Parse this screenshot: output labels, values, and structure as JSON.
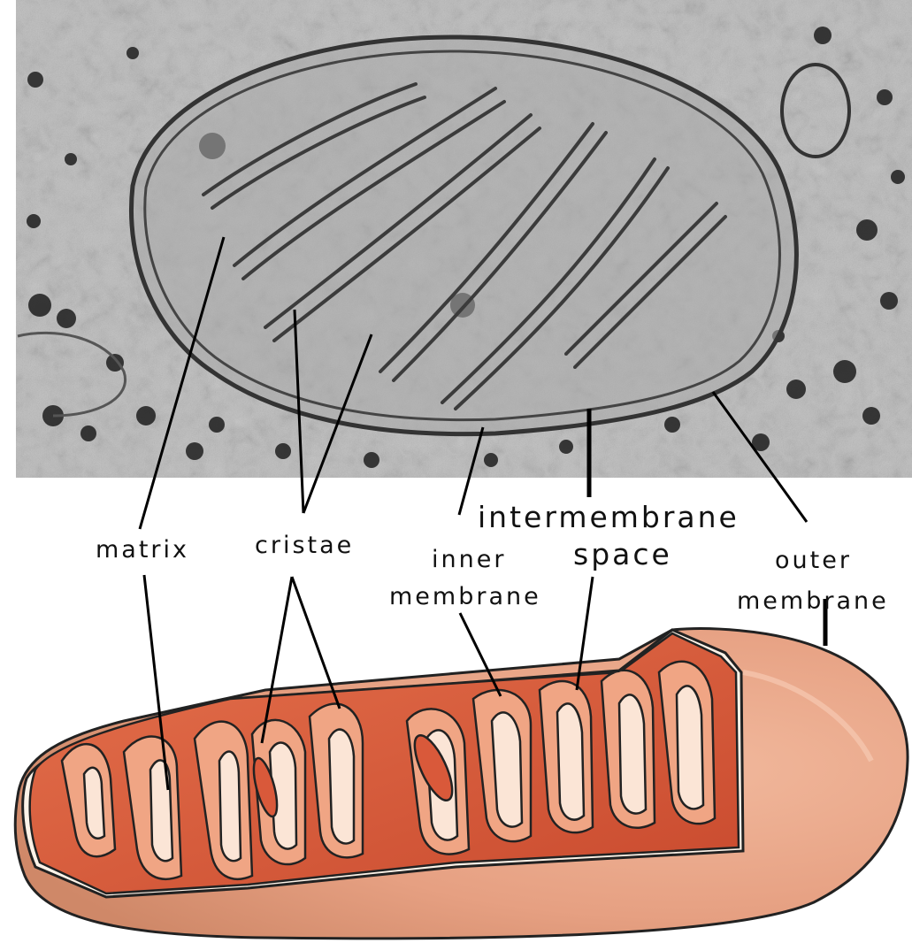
{
  "labels": {
    "matrix": "matrix",
    "cristae": "cristae",
    "inner_membrane_line1": "inner",
    "inner_membrane_line2": "membrane",
    "intermembrane_line1": "intermembrane",
    "intermembrane_line2": "space",
    "outer_membrane_line1": "outer",
    "outer_membrane_line2": "membrane"
  },
  "colors": {
    "micrograph_bg": "#bdbdbd",
    "membrane_dark": "#3a3a3a",
    "outer_skin": "#e9a78a",
    "outer_skin_shadow": "#d48b6c",
    "interior": "#d9593a",
    "cristae_face": "#f0a584",
    "rim": "#fdf3e8"
  },
  "icons": [
    "electron-micrograph",
    "mitochondrion-cutaway-illustration"
  ]
}
